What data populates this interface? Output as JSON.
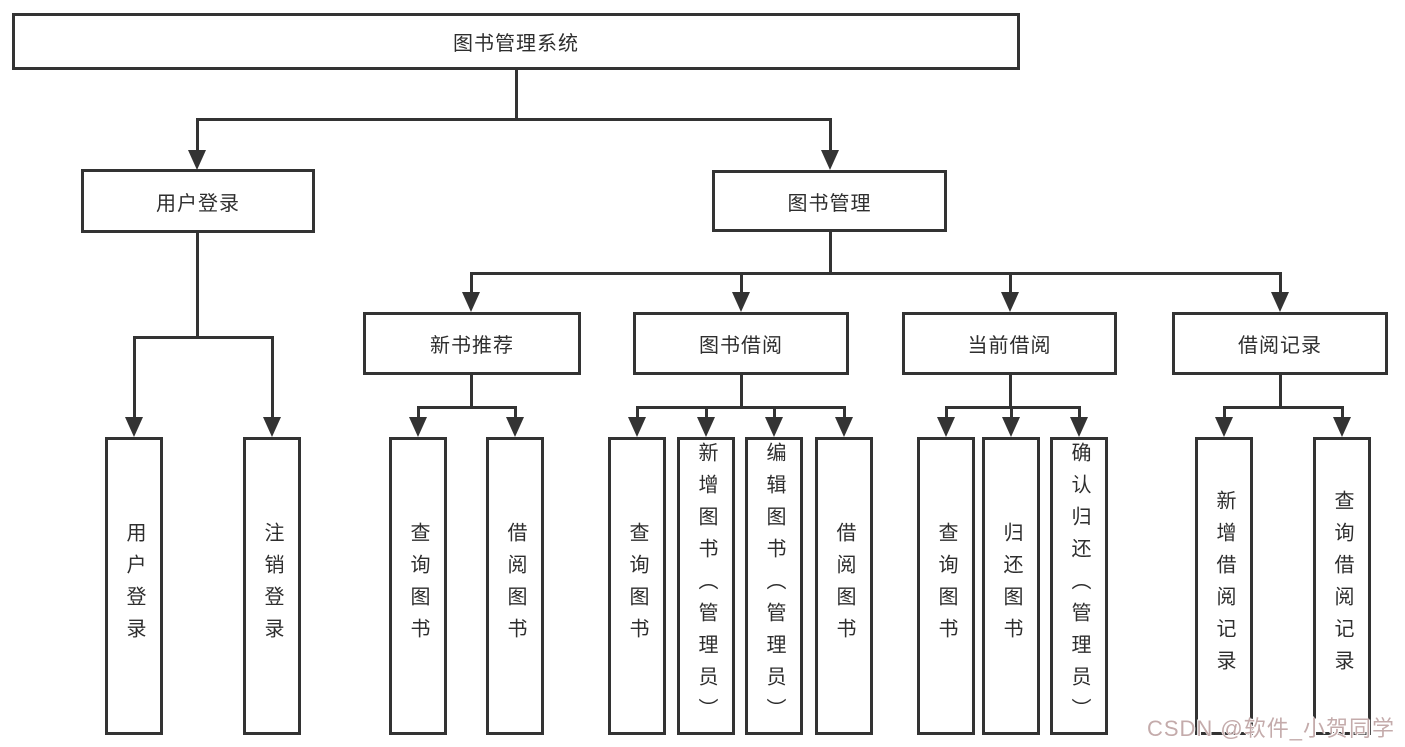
{
  "tree": {
    "label": "图书管理系统",
    "children": [
      {
        "label": "用户登录",
        "children": [
          {
            "label": "用户登录"
          },
          {
            "label": "注销登录"
          }
        ]
      },
      {
        "label": "图书管理",
        "children": [
          {
            "label": "新书推荐",
            "children": [
              {
                "label": "查询图书"
              },
              {
                "label": "借阅图书"
              }
            ]
          },
          {
            "label": "图书借阅",
            "children": [
              {
                "label": "查询图书"
              },
              {
                "label": "新增图书（管理员）"
              },
              {
                "label": "编辑图书（管理员）"
              },
              {
                "label": "借阅图书"
              }
            ]
          },
          {
            "label": "当前借阅",
            "children": [
              {
                "label": "查询图书"
              },
              {
                "label": "归还图书"
              },
              {
                "label": "确认归还（管理员）"
              }
            ]
          },
          {
            "label": "借阅记录",
            "children": [
              {
                "label": "新增借阅记录"
              },
              {
                "label": "查询借阅记录"
              }
            ]
          }
        ]
      }
    ]
  },
  "watermark": {
    "text": "CSDN @软件_小贺同学"
  },
  "colors": {
    "line": "#333333",
    "text": "#2e2e2e",
    "box_background": "#ffffff",
    "watermark": "#c4abab",
    "background": "#ffffff"
  }
}
